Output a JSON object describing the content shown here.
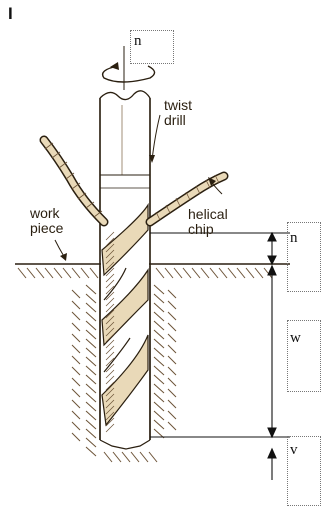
{
  "panel_letter": "I",
  "labels": {
    "twist_drill": [
      "twist",
      "drill"
    ],
    "work_piece": [
      "work",
      "piece"
    ],
    "helical_chip": [
      "helical",
      "chip"
    ]
  },
  "symbols": {
    "rotation": "n",
    "top_dim": "n",
    "middle_dim": "w",
    "bottom_dim": "v"
  },
  "colors": {
    "ink": "#2a1f10",
    "hatch": "#6b5236",
    "chip_fill": "#e9d9b8",
    "dim_line": "#111111",
    "dot_box": "#777777"
  }
}
